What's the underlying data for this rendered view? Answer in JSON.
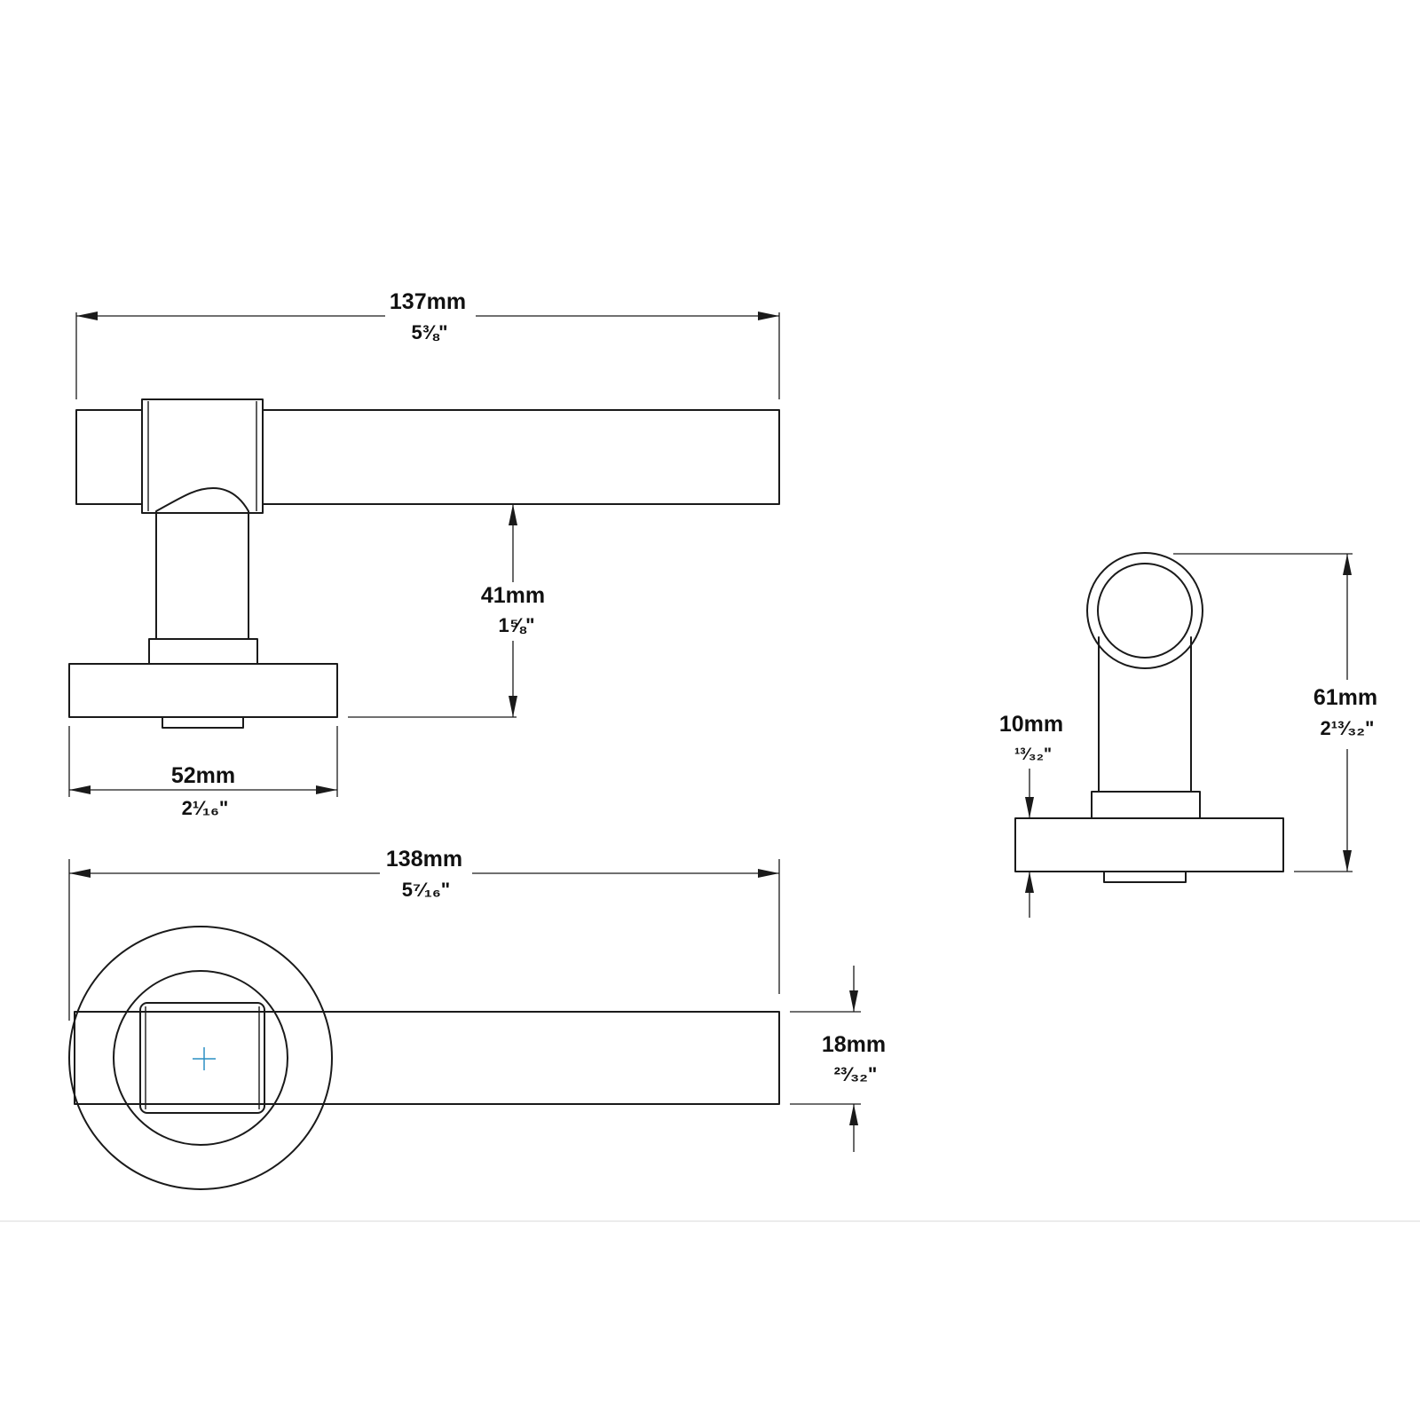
{
  "dimensions": {
    "side_length": {
      "mm": "137mm",
      "inch": "5⅜\""
    },
    "side_height": {
      "mm": "41mm",
      "inch": "1⅝\""
    },
    "rose_width": {
      "mm": "52mm",
      "inch": "2¹⁄₁₆\""
    },
    "top_length": {
      "mm": "138mm",
      "inch": "5⁷⁄₁₆\""
    },
    "lever_width": {
      "mm": "18mm",
      "inch": "²³⁄₃₂\""
    },
    "rose_depth": {
      "mm": "10mm",
      "inch": "¹³⁄₃₂\""
    },
    "end_height": {
      "mm": "61mm",
      "inch": "2¹³⁄₃₂\""
    }
  },
  "colors": {
    "line": "#1a1a1a",
    "center_mark": "#2a8fc4"
  }
}
